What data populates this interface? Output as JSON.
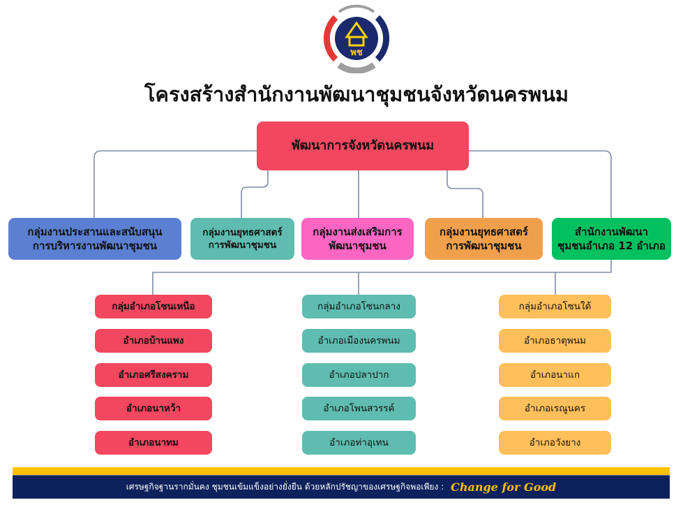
{
  "title": "โครงสร้างสำนักงานพัฒนาชุมชนจังหวัดนครพนม",
  "top": "พัฒนาการจังหวัดนครพนม",
  "groups": [
    {
      "line1": "กลุ่มงานประสานและสนับสนุน",
      "line2": "การบริหารงานพัฒนาชุมชน",
      "color": "#5b7fd1"
    },
    {
      "line1": "กลุ่มงานยุทธศาสตร์",
      "line2": "การพัฒนาชุมชน",
      "color": "#5fbcb0"
    },
    {
      "line1": "กลุ่มงานส่งเสริมการ",
      "line2": "พัฒนาชุมชน",
      "color": "#ff66c4"
    },
    {
      "line1": "กลุ่มงานยุทธศาสตร์",
      "line2": "การพัฒนาชุมชน",
      "color": "#f0a04b"
    },
    {
      "line1": "สำนักงานพัฒนา",
      "line2": "ชุมชนอำเภอ 12 อำเภอ",
      "color": "#00c060"
    }
  ],
  "zones": [
    {
      "items": [
        "กลุ่มอำเภอโซนเหนือ",
        "อำเภอบ้านแพง",
        "อำเภอศรีสงคราม",
        "อำเภอนาหว้า",
        "อำเภอนาทม"
      ]
    },
    {
      "items": [
        "กลุ่มอำเภอโซนกลาง",
        "อำเภอเมืองนครพนม",
        "อำเภอปลาปาก",
        "อำเภอโพนสวรรค์",
        "อำเภอท่าอุเทน"
      ]
    },
    {
      "items": [
        "กลุ่มอำเภอโซนใต้",
        "อำเภอธาตุพนม",
        "อำเภอนาแก",
        "อำเภอเรณูนคร",
        "อำเภอวังยาง"
      ]
    }
  ],
  "footer": {
    "text": "เศรษฐกิจฐานรากมั่นคง ชุมชนเข้มแข็งอย่างยั่งยืน ด้วยหลักปรัชญาของเศรษฐกิจพอเพียง :",
    "slogan": "Change for Good"
  },
  "logo_text": "พช"
}
